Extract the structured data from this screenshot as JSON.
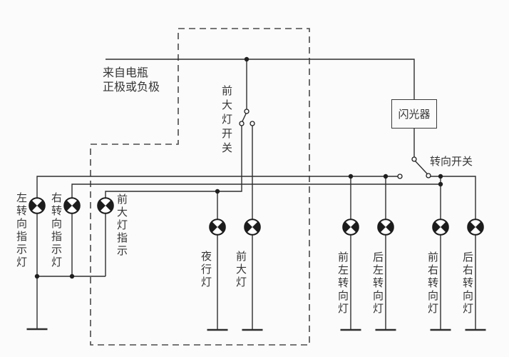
{
  "diagram": {
    "title_hint": "vehicle lighting wiring diagram",
    "colors": {
      "background": "#fbfbfb",
      "wire": "#2e2e2e",
      "text": "#353535"
    },
    "source_label": "来自电瓶\n正极或负极",
    "components": {
      "headlight_switch": "前大灯开关",
      "flasher": "闪光器",
      "turn_switch": "转向开关"
    },
    "lamps": {
      "left_turn_indicator": "左转向指示灯",
      "right_turn_indicator": "右转向指示灯",
      "headlight_indicator": "前大灯指示",
      "night_lamp": "夜行灯",
      "headlamp": "前大灯",
      "front_left_turn": "前左转向灯",
      "rear_left_turn": "后左转向灯",
      "front_right_turn": "前右转向灯",
      "rear_right_turn": "后右转向灯"
    }
  }
}
